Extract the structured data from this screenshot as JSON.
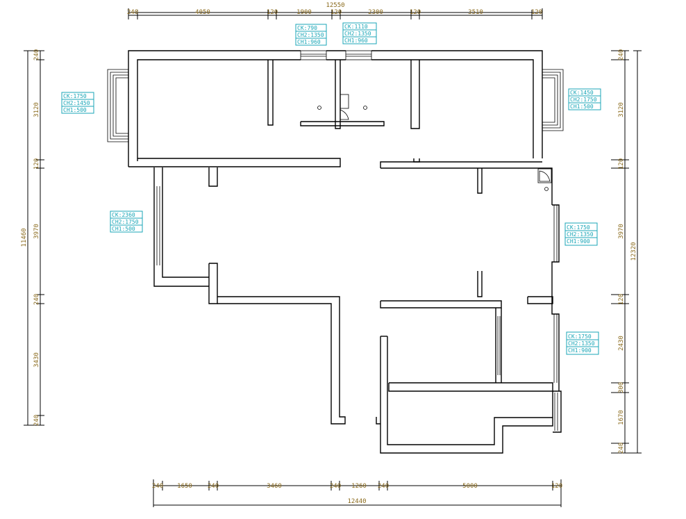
{
  "dims": {
    "top_total": "12550",
    "top_segments": [
      "240",
      "4050",
      "120",
      "1900",
      "120",
      "2300",
      "120",
      "3510",
      "120"
    ],
    "bottom_total": "12440",
    "bottom_segments": [
      "240",
      "1650",
      "240",
      "3460",
      "240",
      "1260",
      "240",
      "5000",
      "120"
    ],
    "left_total": "11460",
    "left_segments": [
      "240",
      "3120",
      "120",
      "3970",
      "240",
      "3430",
      "240"
    ],
    "right_total": "12320",
    "right_segments": [
      "240",
      "3120",
      "120",
      "3970",
      "120",
      "2430",
      "300",
      "1670",
      "240"
    ]
  },
  "tags": [
    {
      "lines": [
        "CK:790",
        "CH2:1350",
        "CH1:960"
      ]
    },
    {
      "lines": [
        "CK:1110",
        "CH2:1350",
        "CH1:960"
      ]
    },
    {
      "lines": [
        "CK:1750",
        "CH2:1450",
        "CH1:500"
      ]
    },
    {
      "lines": [
        "CK:1450",
        "CH2:1750",
        "CH1:500"
      ]
    },
    {
      "lines": [
        "CK:2360",
        "CH2:1750",
        "CH1:500"
      ]
    },
    {
      "lines": [
        "CK:1750",
        "CH2:1350",
        "CH1:900"
      ]
    },
    {
      "lines": [
        "CK:1750",
        "CH2:1350",
        "CH1:900"
      ]
    }
  ]
}
